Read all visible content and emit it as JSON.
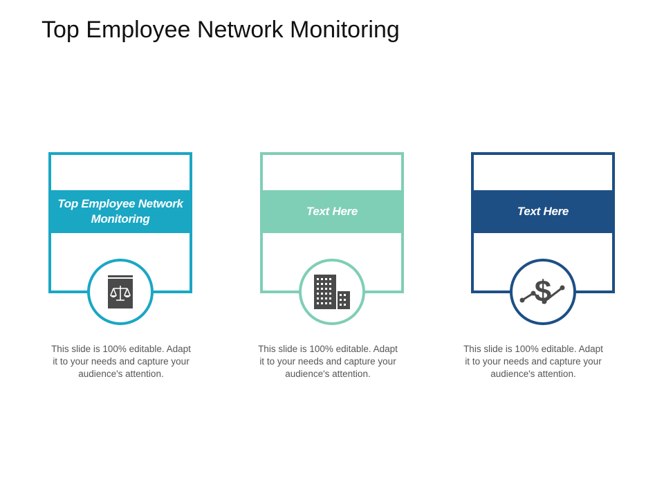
{
  "title": "Top Employee Network Monitoring",
  "cards": [
    {
      "label": "Top Employee Network Monitoring",
      "icon": "scales-of-justice-book-icon",
      "color": "#1aa7c4",
      "description": "This slide is 100% editable. Adapt it to your needs and capture your audience's attention."
    },
    {
      "label": "Text Here",
      "icon": "office-buildings-icon",
      "color": "#7fceb6",
      "description": "This slide is 100% editable. Adapt it to your needs and capture your audience's attention."
    },
    {
      "label": "Text Here",
      "icon": "dollar-trend-chart-icon",
      "color": "#1d4f85",
      "description": "This slide is 100% editable. Adapt it to your needs and capture your audience's attention."
    }
  ]
}
